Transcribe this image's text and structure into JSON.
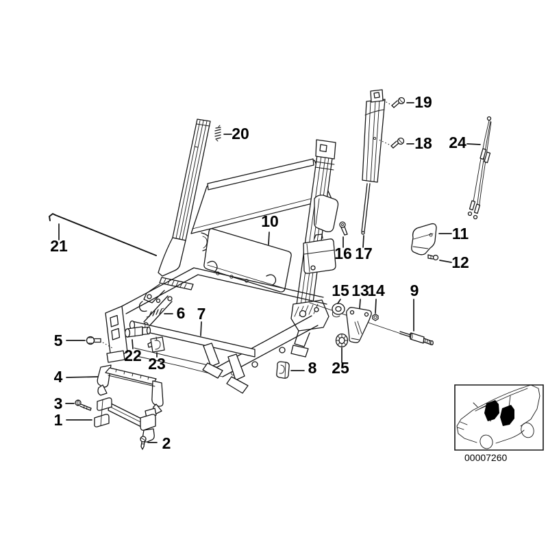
{
  "diagram": {
    "title_hidden": "",
    "callouts": {
      "c1": "1",
      "c2": "2",
      "c3": "3",
      "c4": "4",
      "c5": "5",
      "c6": "6",
      "c7": "7",
      "c8": "8",
      "c9": "9",
      "c10": "10",
      "c11": "11",
      "c12": "12",
      "c13": "13",
      "c14": "14",
      "c15": "15",
      "c16": "16",
      "c17": "17",
      "c18": "18",
      "c19": "19",
      "c20": "20",
      "c21": "21",
      "c22": "22",
      "c23": "23",
      "c24": "24",
      "c25": "25"
    },
    "part_code": "00007260",
    "colors": {
      "line": "#141414",
      "background": "#ffffff",
      "seat_fill": "#000000"
    }
  }
}
